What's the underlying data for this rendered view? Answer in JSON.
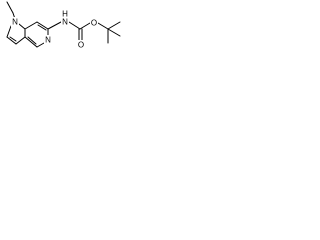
{
  "molecule": {
    "atom_labels": {
      "pyrrole_nitrogen": "N",
      "pyridine_nitrogen": "N",
      "carbamate_nitrogen": "N",
      "carbamate_hydrogen": "H",
      "carbonyl_oxygen": "O",
      "ester_oxygen": "O"
    }
  },
  "colors": {
    "bond": "#000000",
    "label": "#000000",
    "background": "#ffffff"
  }
}
